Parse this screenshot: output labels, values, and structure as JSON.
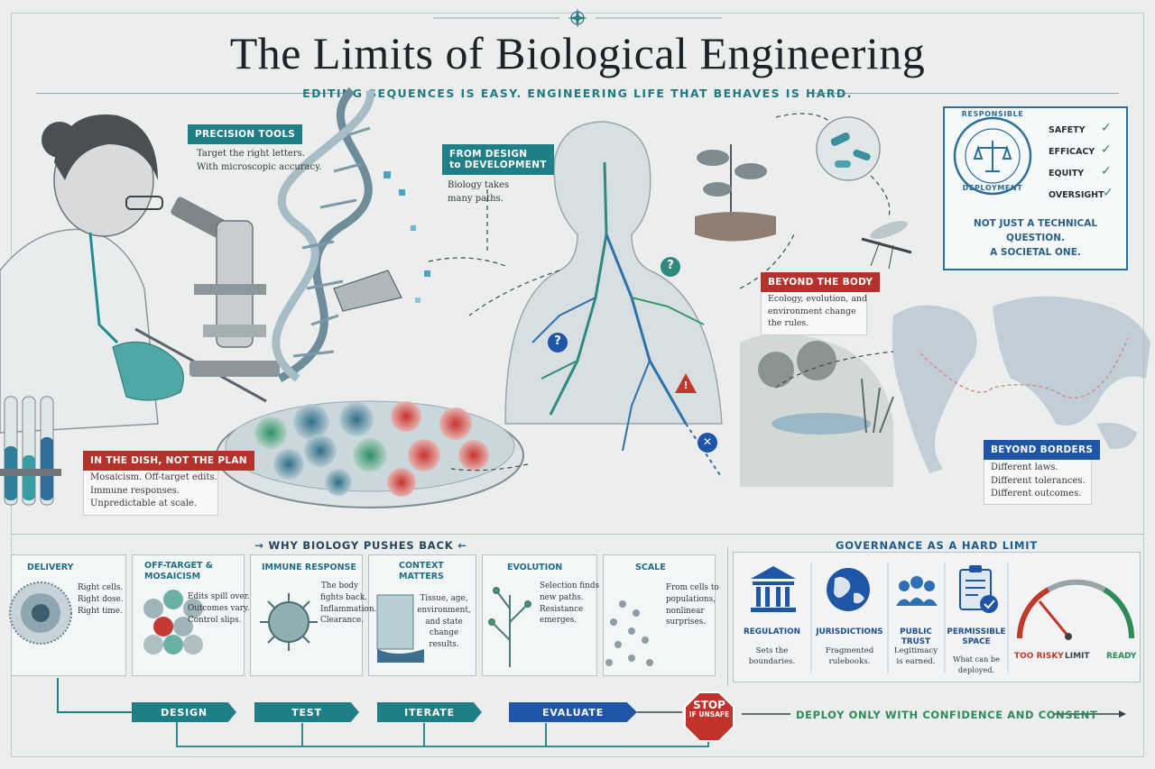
{
  "title": "The Limits of Biological Engineering",
  "subtitle": "EDITING SEQUENCES IS EASY.  ENGINEERING LIFE THAT BEHAVES IS HARD.",
  "precision": {
    "label": "PRECISION TOOLS",
    "line1": "Target the right letters.",
    "line2": "With microscopic accuracy."
  },
  "design_dev": {
    "label_1": "FROM DESIGN",
    "label_2": "to DEVELOPMENT",
    "line1": "Biology takes",
    "line2": "many paths."
  },
  "dish": {
    "label": "IN THE DISH, NOT THE PLAN",
    "line1": "Mosaicism. Off-target edits.",
    "line2": "Immune responses.",
    "line3": "Unpredictable at scale."
  },
  "beyond_body": {
    "label": "BEYOND THE BODY",
    "line1": "Ecology, evolution, and",
    "line2": "environment change",
    "line3": "the rules."
  },
  "beyond_borders": {
    "label": "BEYOND BORDERS",
    "line1": "Different laws.",
    "line2": "Different tolerances.",
    "line3": "Different outcomes."
  },
  "deployment": {
    "seal_top": "RESPONSIBLE",
    "seal_bottom": "DEPLOYMENT",
    "items": [
      "SAFETY",
      "EFFICACY",
      "EQUITY",
      "OVERSIGHT"
    ],
    "check": "✓",
    "quote_1": "NOT JUST A TECHNICAL",
    "quote_2": "QUESTION.",
    "quote_3": "A SOCIETAL ONE."
  },
  "markers": {
    "question": "?",
    "warning": "!",
    "cross": "✕"
  },
  "why_head": "WHY BIOLOGY PUSHES BACK",
  "why_cards": [
    {
      "title_1": "DELIVERY",
      "title_2": "",
      "lines": [
        "Right cells.",
        "Right dose.",
        "Right time."
      ]
    },
    {
      "title_1": "OFF-TARGET &",
      "title_2": "MOSAICISM",
      "lines": [
        "Edits spill over.",
        "Outcomes vary.",
        "Control slips."
      ]
    },
    {
      "title_1": "IMMUNE RESPONSE",
      "title_2": "",
      "lines": [
        "The body",
        "fights back.",
        "Inflammation.",
        "Clearance."
      ]
    },
    {
      "title_1": "CONTEXT",
      "title_2": "MATTERS",
      "lines": [
        "Tissue, age,",
        "environment,",
        "and state",
        "change results."
      ]
    },
    {
      "title_1": "EVOLUTION",
      "title_2": "",
      "lines": [
        "Selection finds",
        "new paths.",
        "Resistance",
        "emerges."
      ]
    },
    {
      "title_1": "SCALE",
      "title_2": "",
      "lines": [
        "From cells to",
        "populations,",
        "nonlinear",
        "surprises."
      ]
    }
  ],
  "gov_head": "GOVERNANCE AS A HARD LIMIT",
  "gov_items": [
    {
      "label_1": "REGULATION",
      "label_2": "",
      "lines": [
        "Sets the",
        "boundaries."
      ]
    },
    {
      "label_1": "JURISDICTIONS",
      "label_2": "",
      "lines": [
        "Fragmented",
        "rulebooks."
      ]
    },
    {
      "label_1": "PUBLIC TRUST",
      "label_2": "",
      "lines": [
        "Legitimacy",
        "is earned."
      ]
    },
    {
      "label_1": "PERMISSIBLE",
      "label_2": "SPACE",
      "lines": [
        "What can be",
        "deployed."
      ]
    }
  ],
  "gauge": {
    "left": "TOO RISKY",
    "mid": "LIMIT",
    "right": "READY"
  },
  "process": {
    "steps": [
      "DESIGN",
      "TEST",
      "ITERATE",
      "EVALUATE"
    ],
    "stop_1": "STOP",
    "stop_2": "IF UNSAFE",
    "final": "DEPLOY ONLY WITH CONFIDENCE AND CONSENT"
  },
  "colors": {
    "teal": "#1f7e86",
    "red": "#b5322c",
    "blue": "#1f55a6",
    "green": "#2f8a5a"
  }
}
